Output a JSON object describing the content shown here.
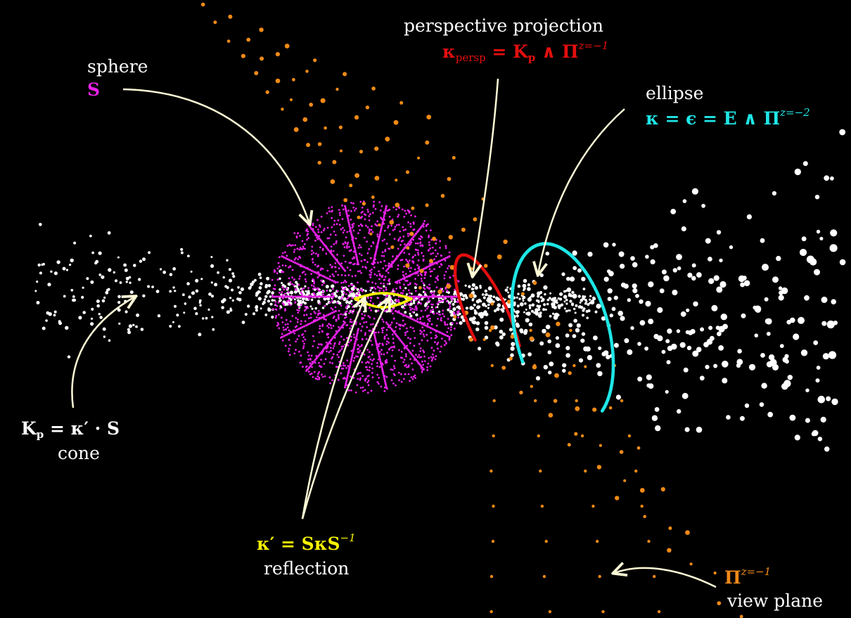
{
  "labels": {
    "sphere": {
      "name": "sphere",
      "symbol": "S"
    },
    "perspective": {
      "name": "perspective projection",
      "kappa": "κ",
      "kappa_sub": "persp",
      "rhs": "K",
      "rhs_sub": "p",
      "wedge": "∧",
      "pi": "Π",
      "pi_sup": "z=−1"
    },
    "ellipse": {
      "name": "ellipse",
      "lhs": "κ = ϵ = E",
      "wedge": "∧",
      "pi": "Π",
      "pi_sup": "z=−2"
    },
    "cone": {
      "name": "cone",
      "K": "K",
      "K_sub": "p",
      "rhs": "= κ′ · S"
    },
    "reflection": {
      "name": "reflection",
      "formula": "κ′ = SκS",
      "formula_sup": "−1"
    },
    "viewplane": {
      "name": "view plane",
      "pi": "Π",
      "pi_sup": "z=−1"
    }
  },
  "colors": {
    "sphere": "#e822e8",
    "perspective": "#e40f0f",
    "ellipse": "#1fe6e6",
    "reflection": "#f6f200",
    "viewplane": "#f08a17",
    "points": "#ffffff",
    "arrows": "#fffbd6"
  }
}
